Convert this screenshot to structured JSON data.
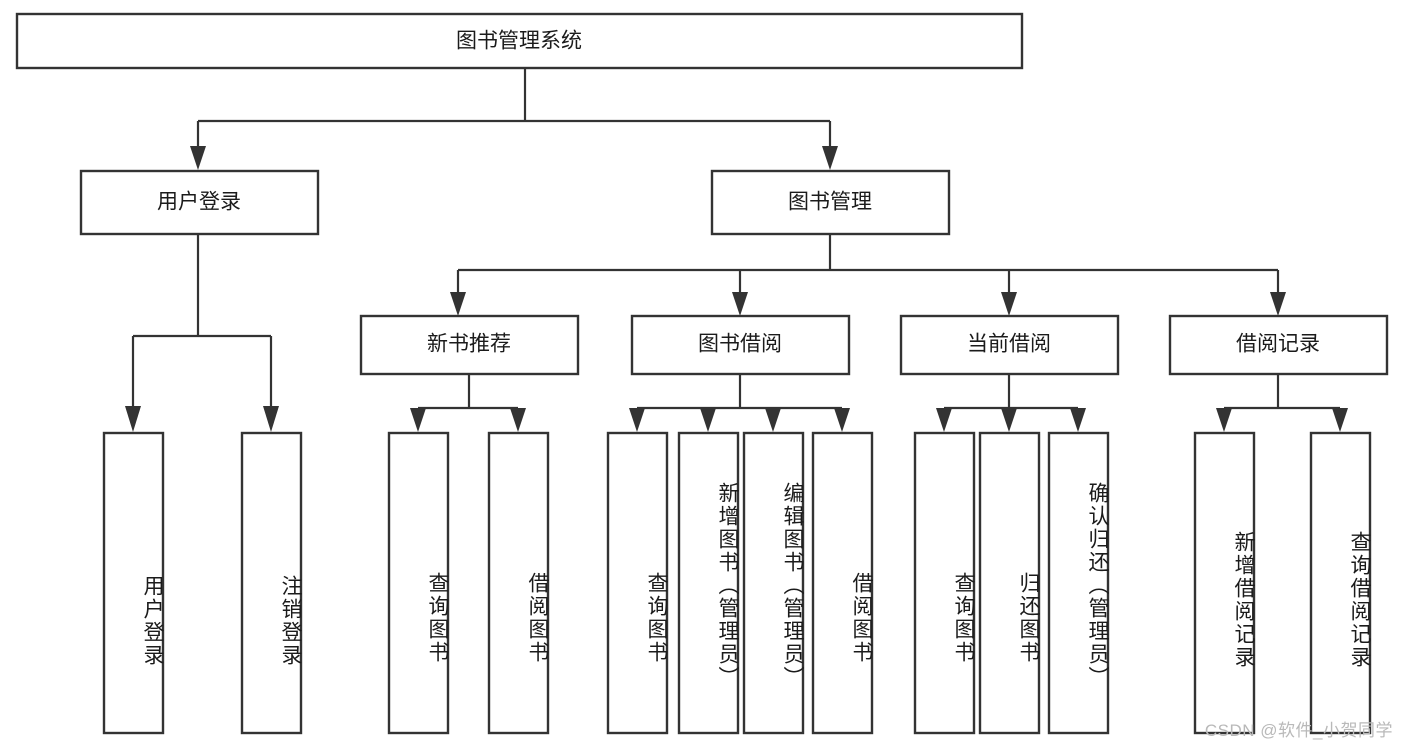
{
  "diagram": {
    "title": "图书管理系统",
    "type": "hierarchy-tree",
    "watermark": "CSDN @软件_小贺同学",
    "colors": {
      "box_stroke": "#333333",
      "box_fill": "#ffffff",
      "connector": "#333333",
      "text": "#1b1b1b",
      "watermark": "#b9b9b9",
      "background": "#ffffff"
    },
    "levels": {
      "root": {
        "label": "图书管理系统"
      },
      "level2": [
        {
          "label": "用户登录"
        },
        {
          "label": "图书管理"
        }
      ],
      "level3": [
        {
          "label": "新书推荐"
        },
        {
          "label": "图书借阅"
        },
        {
          "label": "当前借阅"
        },
        {
          "label": "借阅记录"
        }
      ],
      "leaves": {
        "user_login": [
          {
            "label": "用户登录"
          },
          {
            "label": "注销登录"
          }
        ],
        "new_book_recommend": [
          {
            "label": "查询图书"
          },
          {
            "label": "借阅图书"
          }
        ],
        "book_borrow": [
          {
            "label": "查询图书"
          },
          {
            "label": "新增图书（管理员）"
          },
          {
            "label": "编辑图书（管理员）"
          },
          {
            "label": "借阅图书"
          }
        ],
        "current_borrow": [
          {
            "label": "查询图书"
          },
          {
            "label": "归还图书"
          },
          {
            "label": "确认归还（管理员）"
          }
        ],
        "borrow_record": [
          {
            "label": "新增借阅记录"
          },
          {
            "label": "查询借阅记录"
          }
        ]
      }
    }
  }
}
